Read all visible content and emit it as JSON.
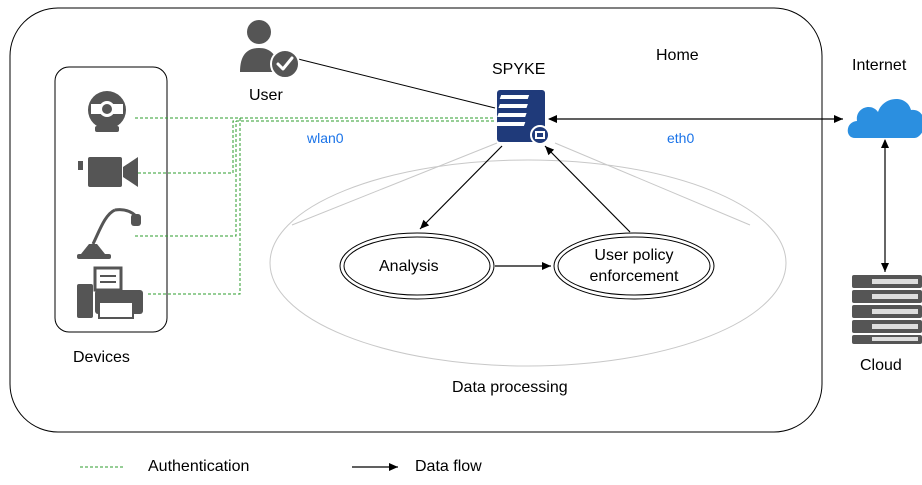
{
  "labels": {
    "home": "Home",
    "internet": "Internet",
    "spyke": "SPYKE",
    "user": "User",
    "wlan0": "wlan0",
    "eth0": "eth0",
    "devices": "Devices",
    "analysis": "Analysis",
    "policy_line1": "User policy",
    "policy_line2": "enforcement",
    "data_processing": "Data processing",
    "cloud": "Cloud"
  },
  "legend": {
    "authentication": "Authentication",
    "data_flow": "Data flow"
  },
  "colors": {
    "auth_line": "#2e9e2e",
    "interface_label": "#1a73e8",
    "server": "#1f3a7a",
    "cloud_icon": "#2b8fe0",
    "device_icon": "#555555",
    "processing_ellipse": "#c8c8c8"
  },
  "icons": [
    "user-check-icon",
    "server-icon",
    "cloud-icon",
    "webcam-icon",
    "video-camera-icon",
    "microphone-icon",
    "fax-printer-icon",
    "cloud-server-icon"
  ]
}
